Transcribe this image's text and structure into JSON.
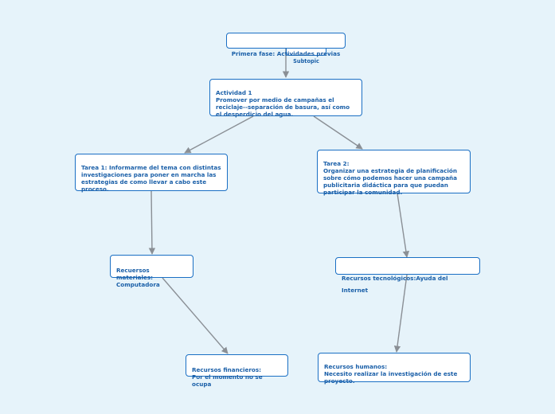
{
  "colors": {
    "background": "#e6f3fa",
    "node_border": "#1a6fc4",
    "node_text": "#1a5fa8",
    "link": "#8a8f95"
  },
  "nodes": {
    "root": "Primera fase: Actividades previas",
    "subtopic": "Subtopic",
    "actividad1": "Actividad 1\nPromover por medio de campañas el reciclaje--separación de basura, así como el desperdicio del agua.",
    "tarea1": "Tarea 1: Informarme del tema con distintas investigaciones para poner en marcha las estrategias de como llevar a cabo este proceso.",
    "tarea2": "Tarea 2:\nOrganizar una estrategia de planificación sobre cómo podemos hacer una campaña publicitaria didáctica para que puedan participar la comunidad.",
    "recursos_materiales": "Recuersos materiales:\nComputadora",
    "recursos_tecnologicos": "Recursos tecnológicos:Ayuda del Internet",
    "recursos_financieros": "Recursos financieros:\nPor el momento no se ocupa",
    "recursos_humanos": "Recursos humanos:\nNecesito realizar la investigación de este proyecto."
  }
}
